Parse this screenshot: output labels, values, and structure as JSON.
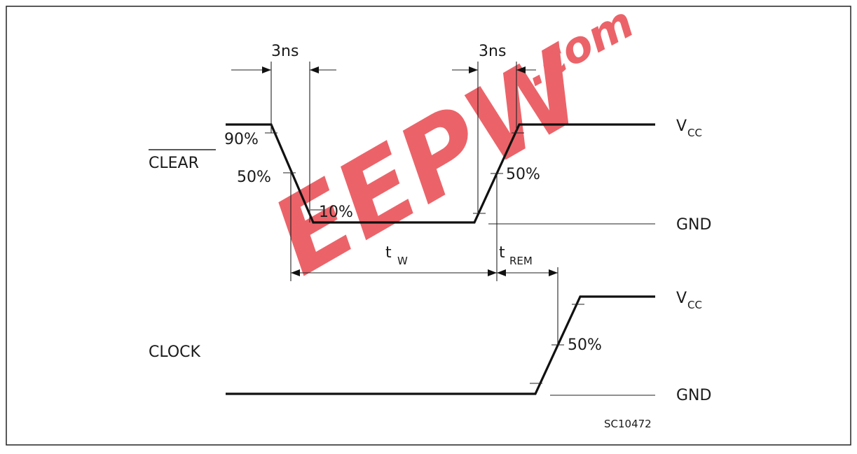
{
  "watermark": "EEPW.com",
  "signals": {
    "clear": {
      "label": "CLEAR",
      "overbar": true
    },
    "clock": {
      "label": "CLOCK"
    }
  },
  "levels": {
    "vcc_main": "V",
    "vcc_sub": "CC",
    "gnd": "GND"
  },
  "percent_labels": {
    "p90": "90%",
    "p50_fall": "50%",
    "p10": "10%",
    "p50_rise": "50%",
    "p50_clock": "50%"
  },
  "timing": {
    "fall_time": "3ns",
    "rise_time": "3ns",
    "tw_main": "t",
    "tw_sub": "W",
    "trem_main": "t",
    "trem_sub": "REM"
  },
  "figure_id": "SC10472",
  "colors": {
    "watermark": "#e8484f",
    "line": "#111111"
  }
}
